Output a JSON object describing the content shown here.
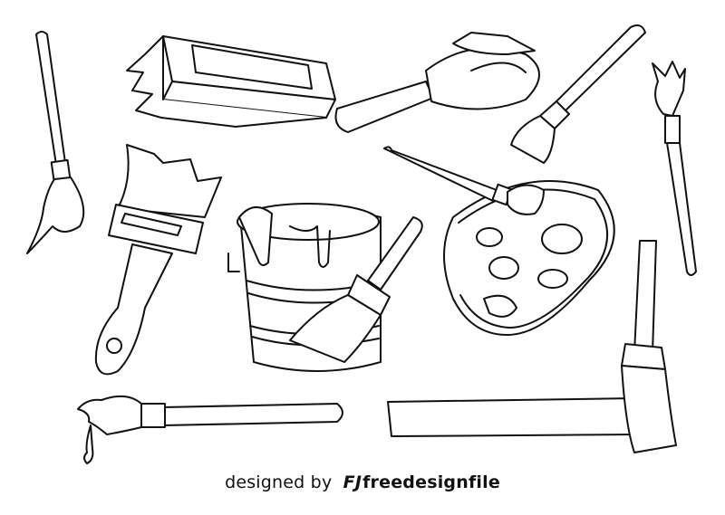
{
  "illustration": {
    "items": [
      "thin-brush-top-left",
      "scrub-brush",
      "hair-brush",
      "fan-brush",
      "round-brush-right",
      "flat-paintbrush",
      "paint-bucket",
      "bucket-brush",
      "palette",
      "palette-brush",
      "dripping-brush",
      "wall-brush-bent"
    ]
  },
  "credit": {
    "prefix": "designed by",
    "brand": "freedesignfile",
    "logo_text": "FJ"
  }
}
